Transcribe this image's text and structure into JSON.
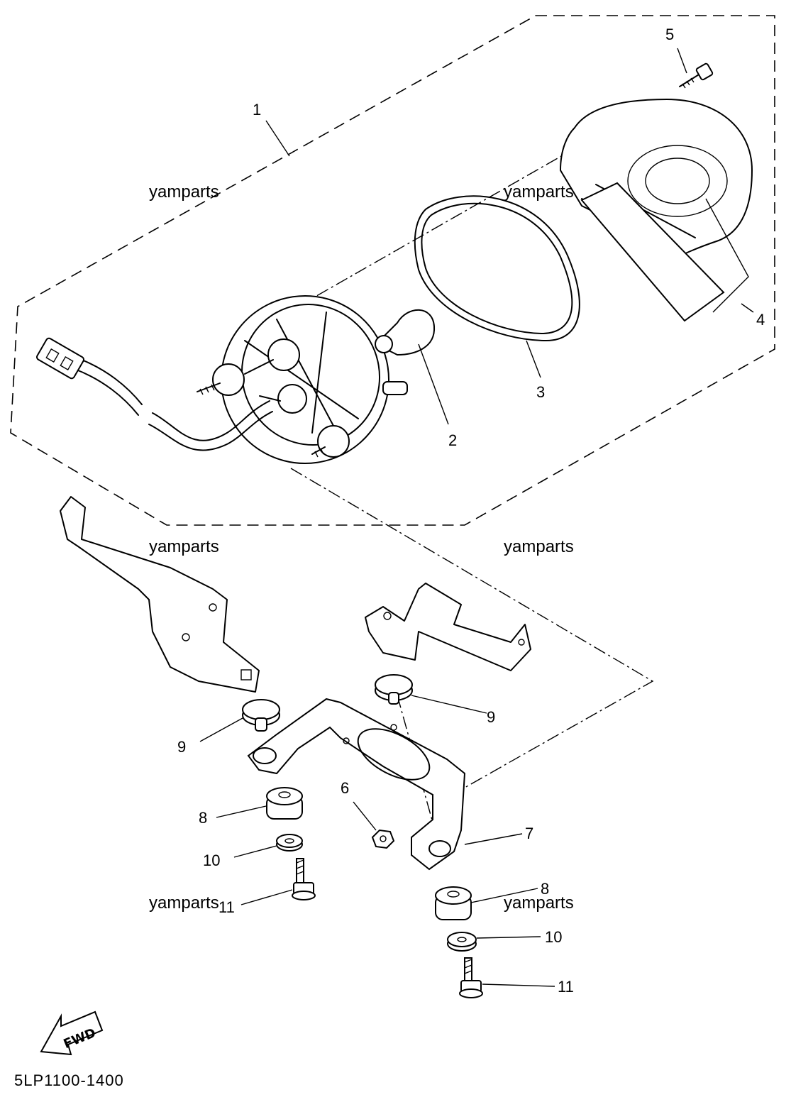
{
  "diagram": {
    "callouts": {
      "c1": "1",
      "c2": "2",
      "c3": "3",
      "c4": "4",
      "c5": "5",
      "c6": "6",
      "c7": "7",
      "c8a": "8",
      "c8b": "8",
      "c9a": "9",
      "c9b": "9",
      "c10a": "10",
      "c10b": "10",
      "c11a": "11",
      "c11b": "11"
    },
    "watermarks": {
      "w1": "yamparts",
      "w2": "yamparts",
      "w3": "yamparts",
      "w4": "yamparts",
      "w5": "yamparts",
      "w6": "yamparts"
    },
    "fwd_label": "FWD",
    "part_code": "5LP1100-1400"
  }
}
